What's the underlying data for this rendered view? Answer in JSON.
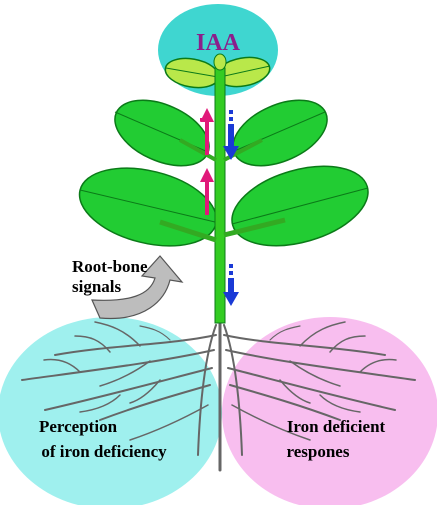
{
  "labels": {
    "top_hormone": "IAA",
    "signal_line1": "Root-bone",
    "signal_line2": "signals",
    "left_circle_line1": "Perception",
    "left_circle_line2": "of iron deficiency",
    "right_circle_line1": "Iron deficient",
    "right_circle_line2": "respones"
  },
  "colors": {
    "iaa_bubble": "#3fd6d0",
    "iaa_text": "#8b1f8b",
    "left_circle": "#9ff0ee",
    "right_circle": "#f7b9ee",
    "leaf_fill": "#22cc33",
    "leaf_edge": "#0b7a18",
    "stem": "#33cc22",
    "root_line": "#666666",
    "up_arrow": "#e0197a",
    "down_arrow": "#1a3ad6",
    "signal_arrow": "#bdbdbd"
  },
  "icons": [
    "up-arrow-icon",
    "down-arrow-icon",
    "curved-signal-arrow-icon"
  ]
}
